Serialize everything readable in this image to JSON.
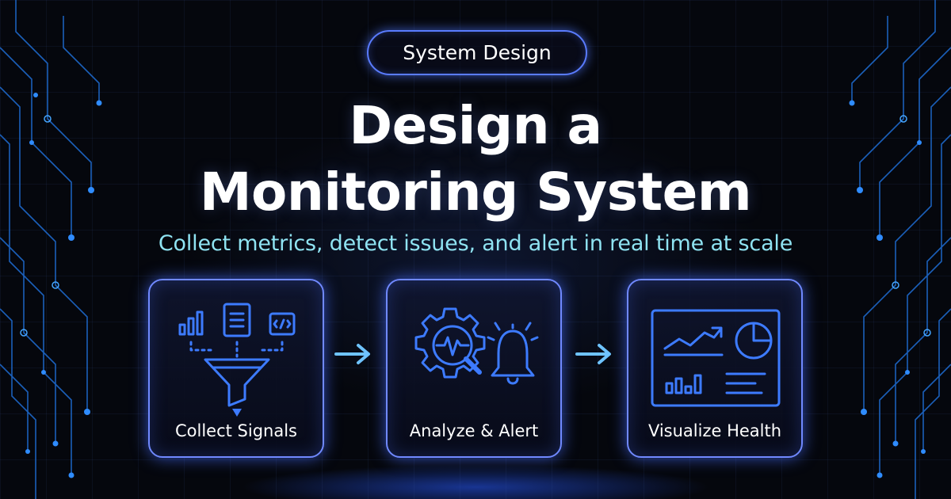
{
  "badge": {
    "label": "System Design"
  },
  "title": {
    "line1": "Design a",
    "line2": "Monitoring System"
  },
  "subtitle": "Collect metrics, detect issues, and alert in real time at scale",
  "steps": [
    {
      "label": "Collect Signals",
      "icon": "funnel-icon"
    },
    {
      "label": "Analyze & Alert",
      "icon": "gear-search-bell-icon"
    },
    {
      "label": "Visualize Health",
      "icon": "dashboard-icon"
    }
  ],
  "colors": {
    "accent": "#3f6bff",
    "icon_blue": "#3d7bff",
    "subtitle": "#8fe3f2",
    "arrow": "#6ec3ff",
    "background": "#05070d"
  }
}
